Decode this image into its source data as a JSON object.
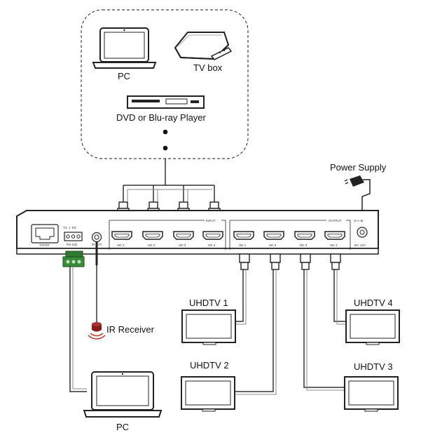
{
  "sources": {
    "pc": "PC",
    "tv_box": "TV box",
    "dvd": "DVD or Blu-ray Player"
  },
  "power_supply": "Power Supply",
  "ir_receiver": "IR Receiver",
  "control_pc": "PC",
  "displays": {
    "tv1": "UHDTV 1",
    "tv2": "UHDTV 2",
    "tv3": "UHDTV 3",
    "tv4": "UHDTV 4"
  },
  "panel": {
    "tcpip": "TCP/IP",
    "rs232": "RS-232",
    "tx_rx": "TX ⏚ RX",
    "ir_ext": "IR EXT",
    "input_group": "INPUT",
    "output_group": "OUTPUT",
    "inputs": [
      "HD 1",
      "HD 2",
      "HD 3",
      "HD 4"
    ],
    "outputs": [
      "HD 1",
      "HD 2",
      "HD 3",
      "HD 4"
    ],
    "dc": "DC 12V"
  },
  "colors": {
    "terminal_green": "#3a8a3a",
    "ir_red": "#c0392b",
    "line": "#333333"
  }
}
